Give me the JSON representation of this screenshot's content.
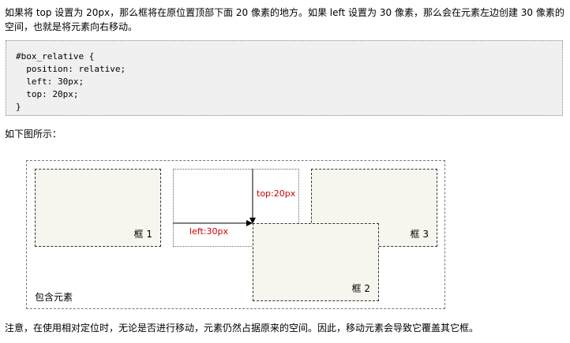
{
  "paragraphs": {
    "intro": "如果将 top 设置为 20px，那么框将在原位置顶部下面 20 像素的地方。如果 left 设置为 30 像素，那么会在元素左边创建 30 像素的空间，也就是将元素向右移动。",
    "figure_caption": "如下图所示：",
    "note": "注意，在使用相对定位时，无论是否进行移动，元素仍然占据原来的空间。因此，移动元素会导致它覆盖其它框。"
  },
  "code": {
    "lines": [
      "#box_relative {",
      "  position: relative;",
      "  left: 30px;",
      "  top: 20px;",
      "}"
    ]
  },
  "diagram": {
    "container_label": "包含元素",
    "box1_label": "框 1",
    "box2_label": "框 2",
    "box3_label": "框 3",
    "top_offset_label": "top:20px",
    "left_offset_label": "left:30px",
    "colors": {
      "box_fill": "#f7f6ee",
      "offset_label": "#cc0000",
      "code_background": "#f0f0f0"
    }
  }
}
